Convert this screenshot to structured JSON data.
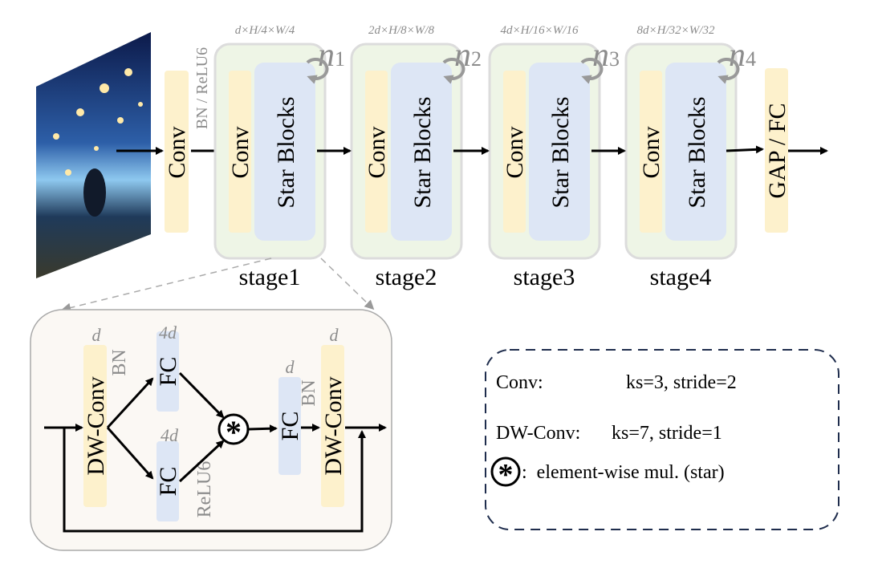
{
  "main": {
    "stem_conv": "Conv",
    "stem_norm": "BN / ReLU6",
    "stages": [
      {
        "label": "stage1",
        "conv": "Conv",
        "blocks": "Star Blocks",
        "dim": "d×H/4×W/4",
        "repeat": "n",
        "sub": "1"
      },
      {
        "label": "stage2",
        "conv": "Conv",
        "blocks": "Star Blocks",
        "dim": "2d×H/8×W/8",
        "repeat": "n",
        "sub": "2"
      },
      {
        "label": "stage3",
        "conv": "Conv",
        "blocks": "Star Blocks",
        "dim": "4d×H/16×W/16",
        "repeat": "n",
        "sub": "3"
      },
      {
        "label": "stage4",
        "conv": "Conv",
        "blocks": "Star Blocks",
        "dim": "8d×H/32×W/32",
        "repeat": "n",
        "sub": "4"
      }
    ],
    "head": "GAP / FC"
  },
  "block": {
    "dwconv1": "DW-Conv",
    "dwconv1_dim": "d",
    "bn1": "BN",
    "fc_top": "FC",
    "fc_top_dim": "4d",
    "fc_bottom": "FC",
    "fc_bottom_dim": "4d",
    "relu": "ReLU6",
    "star": "*",
    "fc_out": "FC",
    "fc_out_dim": "d",
    "bn2": "BN",
    "dwconv2": "DW-Conv",
    "dwconv2_dim": "d"
  },
  "legend": {
    "conv_key": "Conv:",
    "conv_val": "ks=3, stride=2",
    "dw_key": "DW-Conv:",
    "dw_val": "ks=7, stride=1",
    "star": "*",
    "star_val": ":  element-wise mul. (star)"
  },
  "colors": {
    "conv": "#fdf1cc",
    "blocks": "#dde6f5",
    "stage": "#eef5e6",
    "detail": "#fbf8f4",
    "legend_border": "#1f2d4d"
  }
}
